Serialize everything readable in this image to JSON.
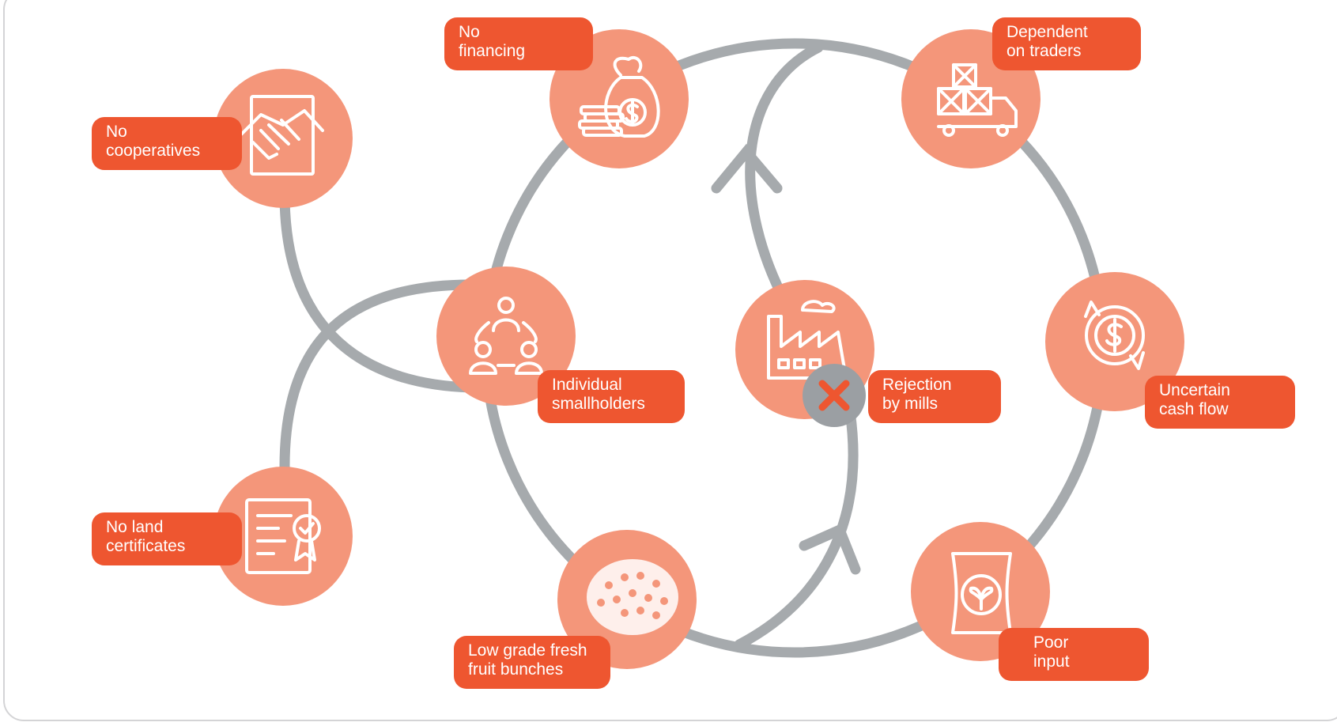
{
  "colors": {
    "node": "#f4967a",
    "label": "#ee5630",
    "path": "#a6aaad",
    "reject_mark": "#ee5630",
    "reject_disc": "#9b9fa3"
  },
  "nodes": {
    "no_cooperatives": {
      "label": "No\ncooperatives",
      "icon": "handshake-contract-icon"
    },
    "no_financing": {
      "label": "No\nfinancing",
      "icon": "money-bag-coins-icon"
    },
    "dependent_on_traders": {
      "label": "Dependent\non traders",
      "icon": "cargo-truck-icon"
    },
    "individual_smallholders": {
      "label": "Individual\nsmallholders",
      "icon": "people-network-icon"
    },
    "rejection_by_mills": {
      "label": "Rejection\nby mills",
      "icon": "factory-icon",
      "status_icon": "reject-x-icon"
    },
    "uncertain_cash_flow": {
      "label": "Uncertain\ncash flow",
      "icon": "dollar-cycle-icon"
    },
    "no_land_certificates": {
      "label": "No land\ncertificates",
      "icon": "certificate-icon"
    },
    "low_grade_ffb": {
      "label": "Low grade fresh\nfruit bunches",
      "icon": "palm-fruit-bunch-icon"
    },
    "poor_input": {
      "label": "Poor\ninput",
      "icon": "fertilizer-bag-icon"
    }
  }
}
